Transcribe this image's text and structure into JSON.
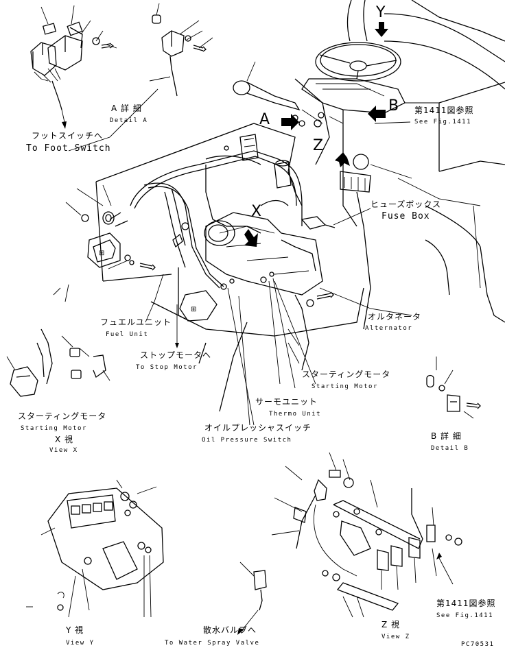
{
  "diagram": {
    "drawing_code": "PC70531",
    "callouts": {
      "a": "A",
      "b": "B",
      "x": "X",
      "y": "Y",
      "z": "Z"
    },
    "labels": {
      "detail_a_jp": "A 詳 細",
      "detail_a_en": "Detail A",
      "to_foot_switch_jp": "フットスイッチへ",
      "to_foot_switch_en": "To Foot Switch",
      "see_fig_top_jp": "第1411図参照",
      "see_fig_top_en": "See Fig.1411",
      "fuse_box_jp": "ヒューズボックス",
      "fuse_box_en": "Fuse Box",
      "alternator_jp": "オルタネータ",
      "alternator_en": "Alternator",
      "fuel_unit_jp": "フュエルユニット",
      "fuel_unit_en": "Fuel Unit",
      "to_stop_motor_jp": "ストップモータへ",
      "to_stop_motor_en": "To Stop Motor",
      "starting_motor_jp": "スターティングモータ",
      "starting_motor_en": "Starting Motor",
      "thermo_unit_jp": "サーモユニット",
      "thermo_unit_en": "Thermo Unit",
      "oil_pressure_jp": "オイルプレッシャスイッチ",
      "oil_pressure_en": "Oil Pressure Switch",
      "view_x_starting_jp": "スターティングモータ",
      "view_x_starting_en": "Starting Motor",
      "view_x_jp": "X 視",
      "view_x_en": "View X",
      "detail_b_jp": "B 詳 細",
      "detail_b_en": "Detail B",
      "view_y_jp": "Y 視",
      "view_y_en": "View Y",
      "view_z_jp": "Z 視",
      "view_z_en": "View Z",
      "see_fig_bottom_jp": "第1411図参照",
      "see_fig_bottom_en": "See Fig.1411",
      "water_spray_jp": "散水バルブへ",
      "water_spray_en": "To Water Spray Valve"
    }
  }
}
